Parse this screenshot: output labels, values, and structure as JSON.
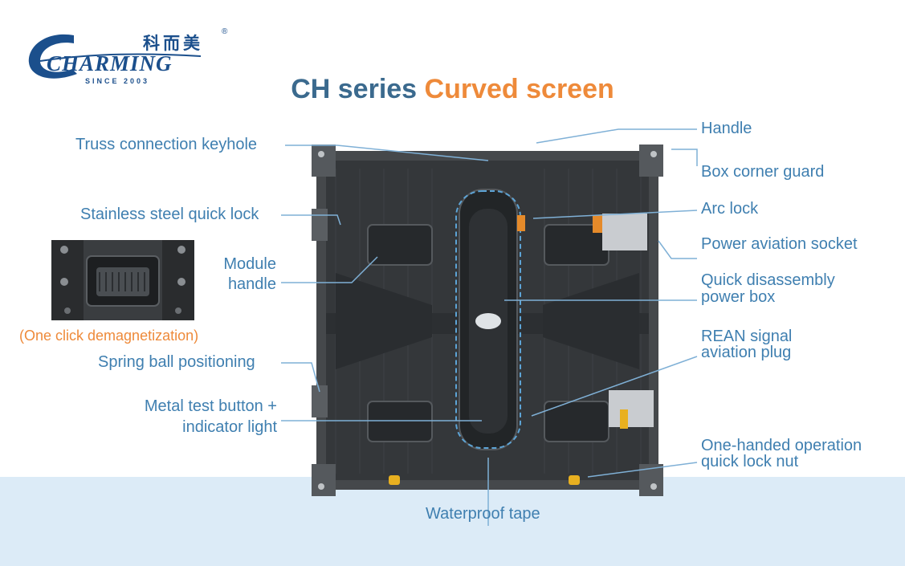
{
  "logo": {
    "chinese": "科而美",
    "registered": "®",
    "word": "CHARMING",
    "since": "SINCE 2003"
  },
  "title": {
    "part1": "CH series",
    "part2": "Curved screen"
  },
  "labels": {
    "truss": "Truss connection keyhole",
    "stainless": "Stainless steel quick lock",
    "module_line1": "Module",
    "module_line2": "handle",
    "note": "(One click demagnetization)",
    "spring": "Spring ball positioning",
    "metal_line1": "Metal test button +",
    "metal_line2": "indicator light",
    "waterproof": "Waterproof tape",
    "handle": "Handle",
    "corner": "Box corner guard",
    "arc": "Arc lock",
    "power_socket": "Power aviation socket",
    "quick_line1": "Quick disassembly",
    "quick_line2": "power box",
    "rean_line1": "REAN signal",
    "rean_line2": "aviation plug",
    "onehand_line1": "One-handed operation",
    "onehand_line2": "quick lock nut"
  },
  "colors": {
    "label": "#3f7fb0",
    "title_dark": "#3b6a8e",
    "title_accent": "#ee8a3a",
    "band": "#dcebf7"
  }
}
